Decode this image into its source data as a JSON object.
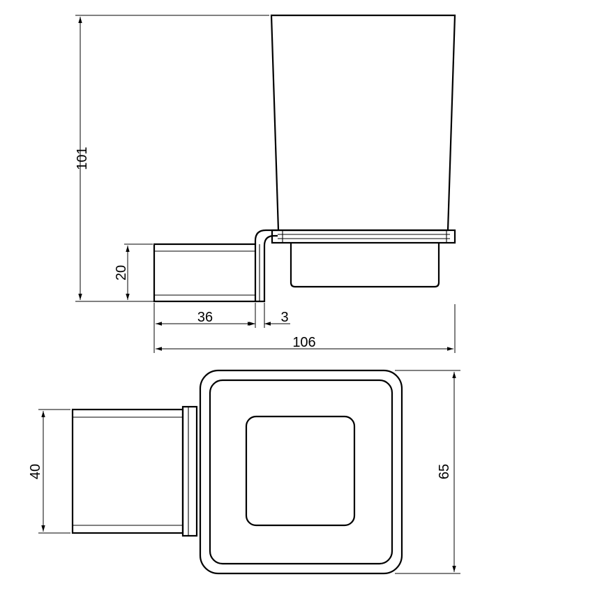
{
  "dimensions": {
    "height_total": "101",
    "mount_height": "20",
    "mount_depth": "36",
    "bracket_thickness": "3",
    "total_depth": "106",
    "plate_width": "40",
    "cup_plate_size": "65"
  }
}
